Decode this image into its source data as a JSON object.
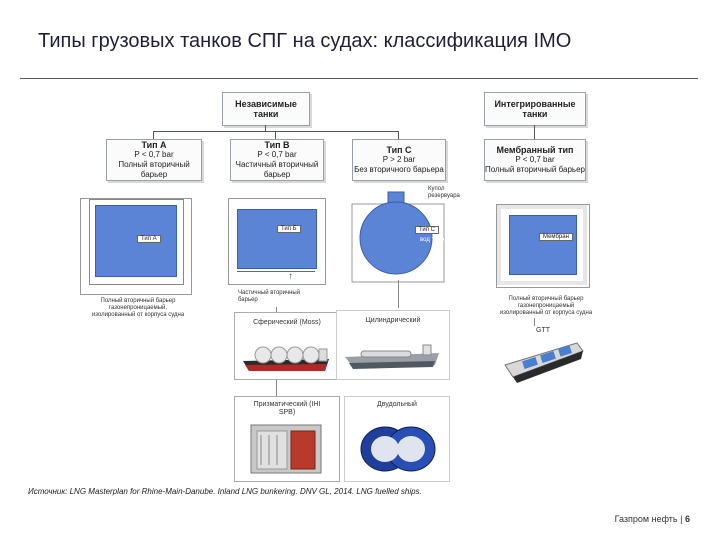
{
  "title": "Типы грузовых танков СПГ на судах: классификация IMO",
  "independent": {
    "label": "Независимые\nтанки",
    "type_a": {
      "name": "Тип А",
      "pressure": "P < 0,7 bar",
      "barrier": "Полный вторичный барьер"
    },
    "type_b": {
      "name": "Тип В",
      "pressure": "P < 0,7 bar",
      "barrier": "Частичный вторичный\nбарьер"
    },
    "type_c": {
      "name": "Тип С",
      "pressure": "P > 2 bar",
      "barrier": "Без вторичного барьера"
    }
  },
  "integrated": {
    "label": "Интегрированные\nтанки",
    "membrane": {
      "name": "Мембранный тип",
      "pressure": "P < 0,7 bar",
      "barrier": "Полный вторичный барьер"
    }
  },
  "tank_labels": {
    "a": "Тип А",
    "b": "Тип Б",
    "c": "Тип С",
    "membrane": "Мембран"
  },
  "annotations": {
    "dome": "Купол\nрезервуара",
    "hull_c": "вод терр",
    "full_barrier_a": "Полный вторичный барьер\nгазонепроницаемый,\nизолированный от корпуса судна",
    "partial_barrier": "Частичный вторичный\nбарьер",
    "full_barrier_m": "Полный вторичный барьер\nгазонепроницаемый\nизолированный от корпуса судна"
  },
  "ships": {
    "spherical": "Сферический (Moss)",
    "cylindrical": "Цилиндрический",
    "prismatic": "Призматический (IHI\nSPB)",
    "bilobe": "Двудольный",
    "membrane_ship": "GTT"
  },
  "source": "Источник: LNG Masterplan for Rhine-Main-Danube. Inland LNG bunkering. DNV GL, 2014. LNG fuelled ships.",
  "footer": {
    "company": "Газпром нефть",
    "page": "6"
  }
}
